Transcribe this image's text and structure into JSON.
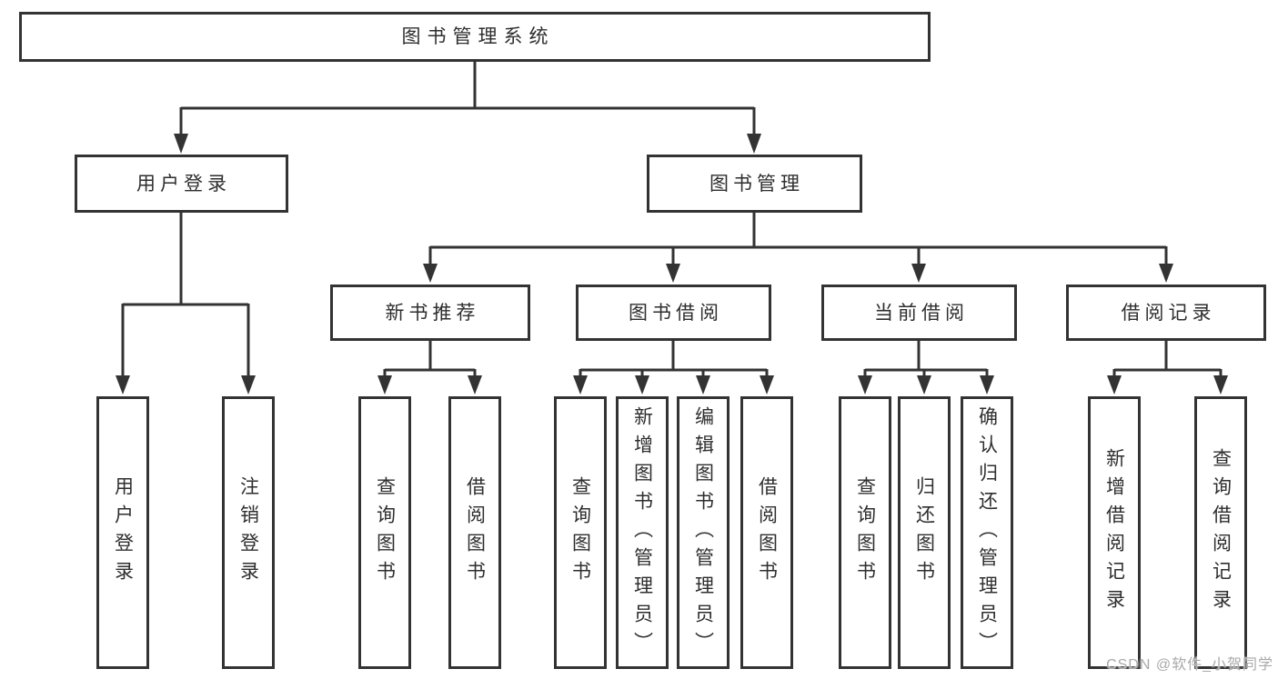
{
  "tree": {
    "root": {
      "label": "图书管理系统"
    },
    "branches": [
      {
        "label": "用户登录",
        "children": [
          {
            "label": "用户登录"
          },
          {
            "label": "注销登录"
          }
        ]
      },
      {
        "label": "图书管理",
        "groups": [
          {
            "label": "新书推荐",
            "children": [
              {
                "label": "查询图书"
              },
              {
                "label": "借阅图书"
              }
            ]
          },
          {
            "label": "图书借阅",
            "children": [
              {
                "label": "查询图书"
              },
              {
                "label": "新增图书（管理员）"
              },
              {
                "label": "编辑图书（管理员）"
              },
              {
                "label": "借阅图书"
              }
            ]
          },
          {
            "label": "当前借阅",
            "children": [
              {
                "label": "查询图书"
              },
              {
                "label": "归还图书"
              },
              {
                "label": "确认归还（管理员）"
              }
            ]
          },
          {
            "label": "借阅记录",
            "children": [
              {
                "label": "新增借阅记录"
              },
              {
                "label": "查询借阅记录"
              }
            ]
          }
        ]
      }
    ]
  },
  "watermark": {
    "text": "CSDN @软件_小贺同学"
  },
  "colors": {
    "line": "#333333",
    "box_border": "#333333",
    "text": "#2e2e2e",
    "watermark": "#a9a9a9",
    "background": "#ffffff"
  }
}
